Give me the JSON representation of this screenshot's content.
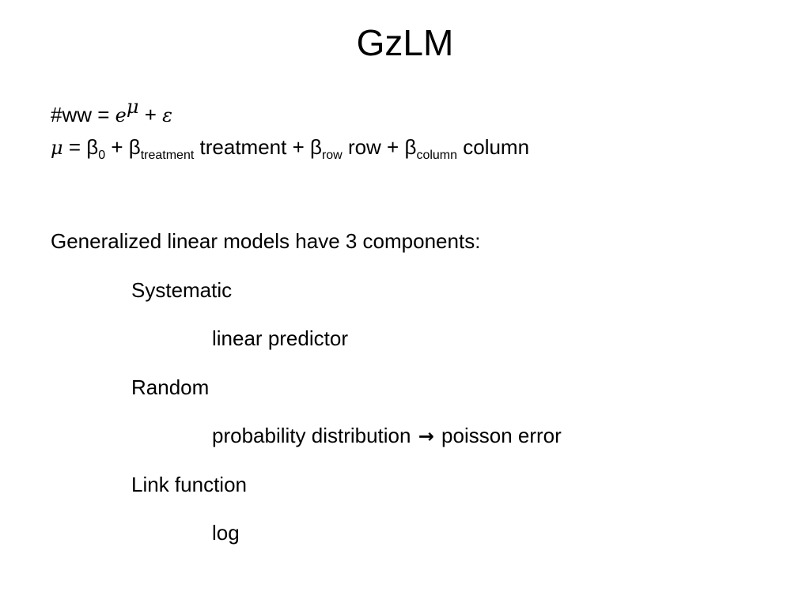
{
  "slide": {
    "title": "GzLM",
    "formula_line1": {
      "lhs": "#ww = ",
      "e": "e",
      "mu_sup": "μ",
      "plus": " + ",
      "epsilon": "ε"
    },
    "formula_line2": {
      "mu": "μ",
      "eq_beta": " = β",
      "sub0": "0",
      "plus_beta1": " + β",
      "sub_treatment": "treatment",
      "treatment_plus_beta": " treatment + β",
      "sub_row": "row",
      "row_plus_beta": " row + β",
      "sub_column": "column",
      "column_text": " column"
    },
    "intro": "Generalized linear models have 3 components:",
    "components": [
      {
        "name": "Systematic",
        "detail": "linear predictor"
      },
      {
        "name": "Random",
        "detail_before": "probability distribution",
        "arrow": "→",
        "detail_after": "poisson error"
      },
      {
        "name": "Link function",
        "detail": "log"
      }
    ]
  }
}
